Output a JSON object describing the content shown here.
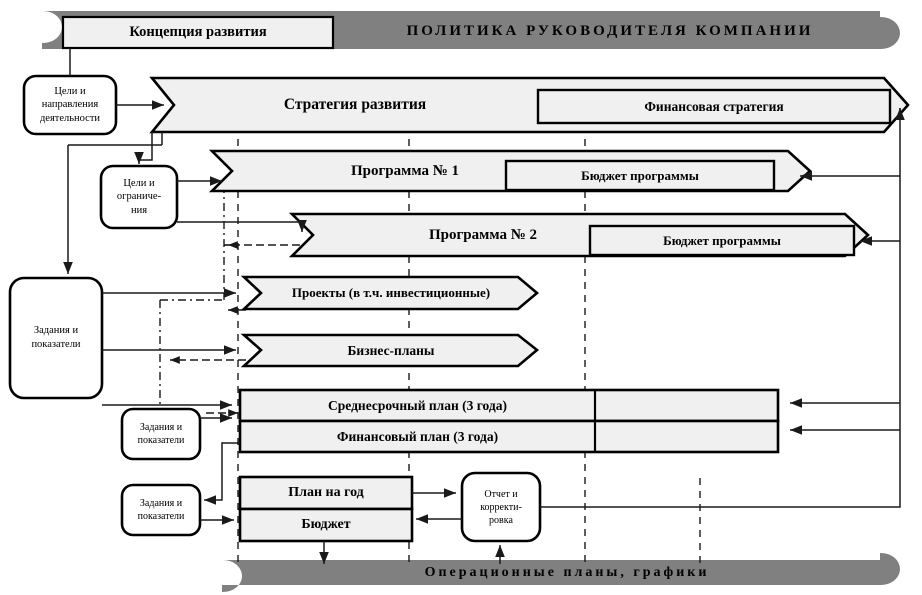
{
  "diagram": {
    "title_top": "ПОЛИТИКА РУКОВОДИТЕЛЯ КОМПАНИИ",
    "title_bottom": "Операционные планы, графики",
    "colors": {
      "banner_fill": "#808080",
      "box_fill": "#f0f0f0",
      "stroke": "#000000",
      "thin_stroke": "#333333",
      "page_bg": "#ffffff"
    }
  },
  "boxes": {
    "concept": "Концепция развития",
    "goals_directions": "Цели и\nнаправления\nдеятельности",
    "goals_limits": "Цели и\nограниче-\nния",
    "tasks_indicators_main": "Задания и\nпоказатели",
    "tasks_indicators_2": "Задания и\nпоказатели",
    "tasks_indicators_3": "Задания и\nпоказатели",
    "report_correction": "Отчет и\nкорректи-\nровка"
  },
  "chevrons": [
    {
      "id": "strategy",
      "label": "Стратегия развития"
    },
    {
      "id": "program1",
      "label": "Программа № 1"
    },
    {
      "id": "program2",
      "label": "Программа № 2"
    },
    {
      "id": "projects",
      "label": "Проекты (в т.ч. инвестиционные)"
    },
    {
      "id": "bizplans",
      "label": "Бизнес-планы"
    }
  ],
  "inner_boxes": [
    {
      "id": "fin-strategy",
      "label": "Финансовая стратегия"
    },
    {
      "id": "program1-budget",
      "label": "Бюджет программы"
    },
    {
      "id": "program2-budget",
      "label": "Бюджет программы"
    }
  ],
  "plans": [
    {
      "id": "midterm-plan",
      "label": "Среднесрочный план (3 года)"
    },
    {
      "id": "financial-plan",
      "label": "Финансовый план (3 года)"
    },
    {
      "id": "year-plan",
      "label": "План на год"
    },
    {
      "id": "budget",
      "label": "Бюджет"
    }
  ]
}
